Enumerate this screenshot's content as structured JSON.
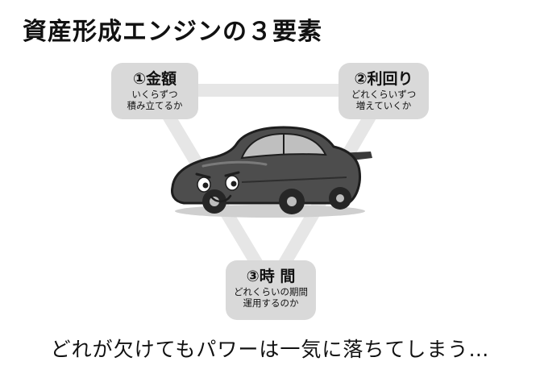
{
  "title": "資産形成エンジンの３要素",
  "nodes": [
    {
      "head": "①金額",
      "sub1": "いくらずつ",
      "sub2": "積み立てるか"
    },
    {
      "head": "②利回り",
      "sub1": "どれくらいずつ",
      "sub2": "増えていくか"
    },
    {
      "head": "③時 間",
      "sub1": "どれくらいの期間",
      "sub2": "運用するのか"
    }
  ],
  "footer": "どれが欠けてもパワーは一気に落ちてしまう…",
  "colors": {
    "node_bg": "#d9d9d9",
    "triangle": "#e6e6e6",
    "car_body": "#4d4d4d",
    "car_dark": "#262626"
  },
  "icons": [
    "car-illustration"
  ]
}
